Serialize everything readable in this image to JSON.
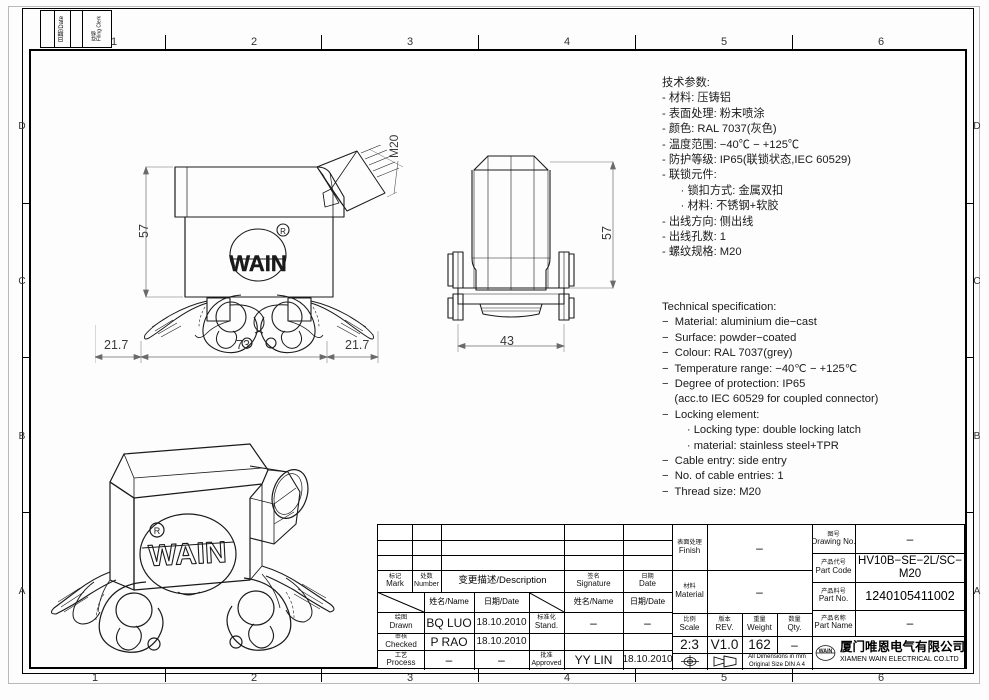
{
  "sheet": {
    "zones_top": [
      "1",
      "2",
      "3",
      "4",
      "5",
      "6"
    ],
    "zones_bottom": [
      "1",
      "2",
      "3",
      "4",
      "5",
      "6"
    ],
    "zones_left": [
      "D",
      "C",
      "B",
      "A"
    ],
    "zones_right": [
      "D",
      "C",
      "B",
      "A"
    ]
  },
  "rev_strip": {
    "date_label": "日期/Date",
    "filing_label": "存档\nFiling Clerk"
  },
  "spec_cn": {
    "title": "技术参数:",
    "text": "技术参数:\n- 材料: 压铸铝\n- 表面处理: 粉末喷涂\n- 颜色: RAL 7037(灰色)\n- 温度范围: −40℃ − +125℃\n- 防护等级: IP65(联锁状态,IEC 60529)\n- 联锁元件:\n      · 锁扣方式: 金属双扣\n      · 材料: 不锈钢+软胶\n- 出线方向: 侧出线\n- 出线孔数: 1\n- 螺纹规格: M20"
  },
  "spec_en": {
    "title": "Technical specification:",
    "text": "Technical specification:\n−  Material: aluminium die−cast\n−  Surface: powder−coated\n−  Colour: RAL 7037(grey)\n−  Temperature range: −40℃ − +125℃\n−  Degree of protection: IP65\n    (acc.to IEC 60529 for coupled connector)\n−  Locking element:\n        · Locking type: double locking latch\n        · material: stainless steel+TPR\n−  Cable entry: side entry\n−  No. of cable entries: 1\n−  Thread size: M20"
  },
  "views": {
    "front": {
      "brand": "WAIN",
      "registered": "®",
      "dim_height": "57",
      "dim_left": "21.7",
      "dim_center": "73",
      "dim_right": "21.7",
      "thread_label": "M20"
    },
    "side": {
      "dim_height": "57",
      "dim_width": "43"
    },
    "iso": {
      "brand": "WAIN"
    }
  },
  "titleblock": {
    "revision": {
      "mark_cn": "标记",
      "mark_en": "Mark",
      "number_cn": "处数",
      "number_en": "Number",
      "description": "变更描述/Description",
      "signature_cn": "签名",
      "signature_en": "Signature",
      "date_cn": "日期",
      "date_en": "Date"
    },
    "people": {
      "name_header": "姓名/Name",
      "date_header": "日期/Date",
      "name_header2": "姓名/Name",
      "date_header2": "日期/Date",
      "drawn_cn": "绘图",
      "drawn_en": "Drawn",
      "drawn_name": "BQ  LUO",
      "drawn_date": "18.10.2010",
      "checked_cn": "审核",
      "checked_en": "Checked",
      "checked_name": "P  RAO",
      "checked_date": "18.10.2010",
      "process_cn": "工艺",
      "process_en": "Process",
      "process_name": "–",
      "process_date": "–",
      "stand_cn": "标准化",
      "stand_en": "Stand.",
      "stand_name": "–",
      "stand_date": "–",
      "approved_cn": "批准",
      "approved_en": "Approved",
      "approved_name": "YY  LIN",
      "approved_date": "18.10.2010"
    },
    "material": {
      "finish_cn": "表面处理",
      "finish_en": "Finish",
      "finish_value": "–",
      "material_cn": "材料",
      "material_en": "Material",
      "material_value": "–",
      "scale_cn": "比例",
      "scale_en": "Scale",
      "scale_value": "2:3",
      "rev_cn": "版本",
      "rev_en": "REV.",
      "rev_value": "V1.0",
      "weight_cn": "重量",
      "weight_en": "Weight",
      "weight_value": "162",
      "qty_cn": "数量",
      "qty_en": "Qty.",
      "qty_value": "–",
      "notes_line1": "All Dimensions in mm",
      "notes_line2": "Original Size DIN A 4"
    },
    "product": {
      "drawing_no_cn": "图号",
      "drawing_no_en": "Drawing No.",
      "drawing_no_value": "–",
      "part_code_cn": "产品代号",
      "part_code_en": "Part Code",
      "part_code_value_1": "HV10B−SE−2L/SC−",
      "part_code_value_2": "M20",
      "part_no_cn": "产品料号",
      "part_no_en": "Part No.",
      "part_no_value": "1240105411002",
      "part_name_cn": "产品名称",
      "part_name_en": "Part Name",
      "part_name_value": "–"
    },
    "company": {
      "logo_text": "WAIN",
      "name_cn": "厦门唯恩电气有限公司",
      "name_en": "XIAMEN WAIN ELECTRICAL CO.LTD"
    }
  }
}
